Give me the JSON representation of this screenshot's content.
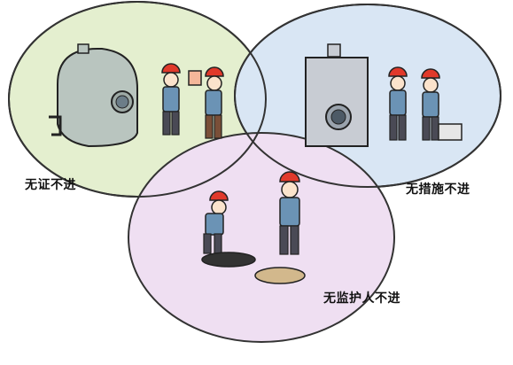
{
  "scenes": [
    {
      "label": "无证不进",
      "fill": "#e4efcf"
    },
    {
      "label": "无措施不进",
      "fill": "#d9e6f4"
    },
    {
      "label": "无监护人不进",
      "fill": "#efdff2"
    }
  ],
  "colors": {
    "helmet": "#e0392b",
    "shirt": "#6b93b5",
    "pants": "#4a4a55",
    "outline": "#222222",
    "skin": "#fbe3cc",
    "machine": "#c8ccd3",
    "tank": "#b9c5bf"
  }
}
